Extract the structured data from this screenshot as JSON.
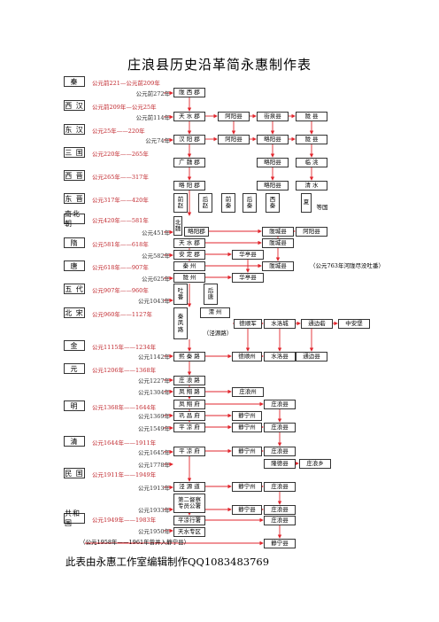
{
  "title": "庄浪县历史沿革简永惠制作表",
  "footer": "此表由永惠工作室编辑制作QQ1083483769",
  "colors": {
    "arrow": "#e1262d",
    "period": "#c0272d",
    "border": "#333333"
  },
  "dynasties": [
    {
      "name": "秦",
      "span": "公元前221—公元前209年"
    },
    {
      "name": "西 汉",
      "span": "公元前209年—公元25年"
    },
    {
      "name": "东 汉",
      "span": "公元25年——220年"
    },
    {
      "name": "三 国",
      "span": "公元220年——265年"
    },
    {
      "name": "西 晋",
      "span": "公元265年——317年"
    },
    {
      "name": "东 晋",
      "span": "公元317年——420年"
    },
    {
      "name": "南北朝",
      "span": "公元420年——581年"
    },
    {
      "name": "隋",
      "span": "公元581年——618年"
    },
    {
      "name": "唐",
      "span": "公元618年——907年"
    },
    {
      "name": "五 代",
      "span": "公元907年——960年"
    },
    {
      "name": "北 宋",
      "span": "公元960年——1127年"
    },
    {
      "name": "金",
      "span": "公元1115年——1234年"
    },
    {
      "name": "元",
      "span": "公元1206年——1368年"
    },
    {
      "name": "明",
      "span": "公元1368年——1644年"
    },
    {
      "name": "清",
      "span": "公元1644年——1911年"
    },
    {
      "name": "民 国",
      "span": "公元1911年——1949年"
    },
    {
      "name": "共和国",
      "span": "公元1949年——1983年"
    }
  ],
  "years": [
    "公元前272年",
    "公元前114年",
    "公元74年",
    "公元451年",
    "公元582年",
    "公元625年",
    "公元1043年",
    "公元1142年",
    "公元1227年",
    "公元1304年",
    "公元1369年",
    "公元1549年",
    "公元1645年",
    "公元1778年",
    "公元1913年",
    "公元1933年",
    "公元1950年"
  ],
  "year_note": "（公元1958年——1961年曾并入静宁县）",
  "units": {
    "longxi": "陇 西 郡",
    "tianshui_han": "天 水 郡",
    "ayang_han": "阿阳县",
    "cheng_ji_han": "街泉县",
    "longxian_han": "陇 县",
    "hanyang": "汉 阳 郡",
    "ayang_dh": "阿阳县",
    "lveyang_dh": "略阳县",
    "longxian_dh": "陇 县",
    "guangwei": "广 魏 郡",
    "lveyang_sg": "略阳县",
    "lindao": "临 洮",
    "lveyang_jun": "略 阳 郡",
    "lveyang_xj": "略阳县",
    "qingshui_xj": "清 水",
    "qian": "前\n赵",
    "hou": "后\n赵",
    "qianqin": "前\n秦",
    "houqin": "后\n秦",
    "xiqin": "西\n秦",
    "xia": "夏",
    "dengguo": "等国",
    "beiwei": "北\n魏",
    "lveyang_bw": "略阳郡",
    "longcheng": "陇城县",
    "ayang_bw": "阿阳县",
    "tianshui_sui": "天 水 郡",
    "longcheng_sui": "陇城县",
    "anding": "安 定 郡",
    "huating_sui": "华亭县",
    "qinzhou": "秦 州",
    "longcheng_tang": "陇城县",
    "tang_note": "（公元763年河陇尽没吐番）",
    "longzhou": "陇 州",
    "huating_tang": "华亭县",
    "houtang": "后\n唐",
    "tubo": "吐\n番",
    "qinfeng": "秦\n凤\n路",
    "weizhou": "渭 州",
    "jingyuan": "（泾源路）",
    "dezhunzhai": "德顺军",
    "shuiluo": "水洛城",
    "tongbian": "通边砦",
    "zhongan": "中安堡",
    "fengxiang_jin": "熙 秦 路",
    "deshunzhou_jin": "德顺州",
    "shuiluo_jin": "水洛县",
    "tongbian_jin": "通边县",
    "zhuanglang_road": "庄 浪 路",
    "fengxiang_yuan": "凤 翔 路",
    "zhuanglangzhou": "庄浪州",
    "fengxiang_fu": "凤 翔 府",
    "zhuanglang_ming": "庄浪县",
    "gongchang": "巩 昌 府",
    "jingning_ming": "静宁州",
    "pingliang_ming": "平 凉 府",
    "jingning_ming2": "静宁州",
    "zhuanglang_ming2": "庄浪县",
    "pingliang_qing": "平 凉 府",
    "jingning_qing": "静宁州",
    "zhuanglang_qing": "庄浪县",
    "longde": "隆德县",
    "zhuanglang_xiang": "庄浪乡",
    "jingyuan_dao": "泾 源 道",
    "jingning_mg": "静宁州",
    "zhuanglang_mg": "庄浪县",
    "di2qu": "第二督察\n专员公署",
    "jingning_mg2": "静宁县",
    "zhuanglang_mg2": "庄浪县",
    "pingliang_zq": "平凉行署",
    "zhuanglang_prc": "庄浪县",
    "tianshui_zq": "天水专区",
    "jingning_prc": "静宁县"
  }
}
